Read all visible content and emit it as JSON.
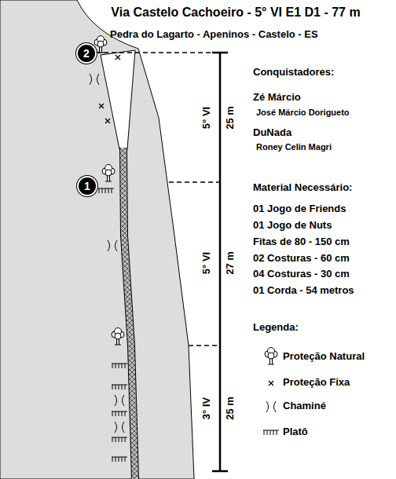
{
  "diagram": {
    "title": "Via Castelo Cachoeiro - 5° VI E1 D1 - 77 m",
    "nodes": [
      {
        "text": [
          "2"
        ]
      },
      {
        "text": [
          "1"
        ]
      }
    ],
    "labels": [
      "Pedra do Lagarto - Apeninos - Castelo - ES",
      "Conquistadores:",
      "Zé Márcio",
      "José Márcio Dorigueto",
      "DuNada",
      "Roney Celin Magri",
      "Material Necessário:",
      "01 Jogo de Friends",
      "01 Jogo de Nuts",
      "Fitas de 80 - 150 cm",
      "02 Costuras - 60 cm",
      "04 Costuras - 30 cm",
      "01 Corda - 54 metros",
      "Legenda:",
      "5° VI",
      "25 m",
      "5° VI",
      "27 m",
      "3° IV",
      "25 m"
    ],
    "legend": [
      {
        "text": "Proteção Natural"
      },
      {
        "text": "Proteção Fixa"
      },
      {
        "text": "Chaminé"
      },
      {
        "text": "Platô"
      }
    ]
  }
}
